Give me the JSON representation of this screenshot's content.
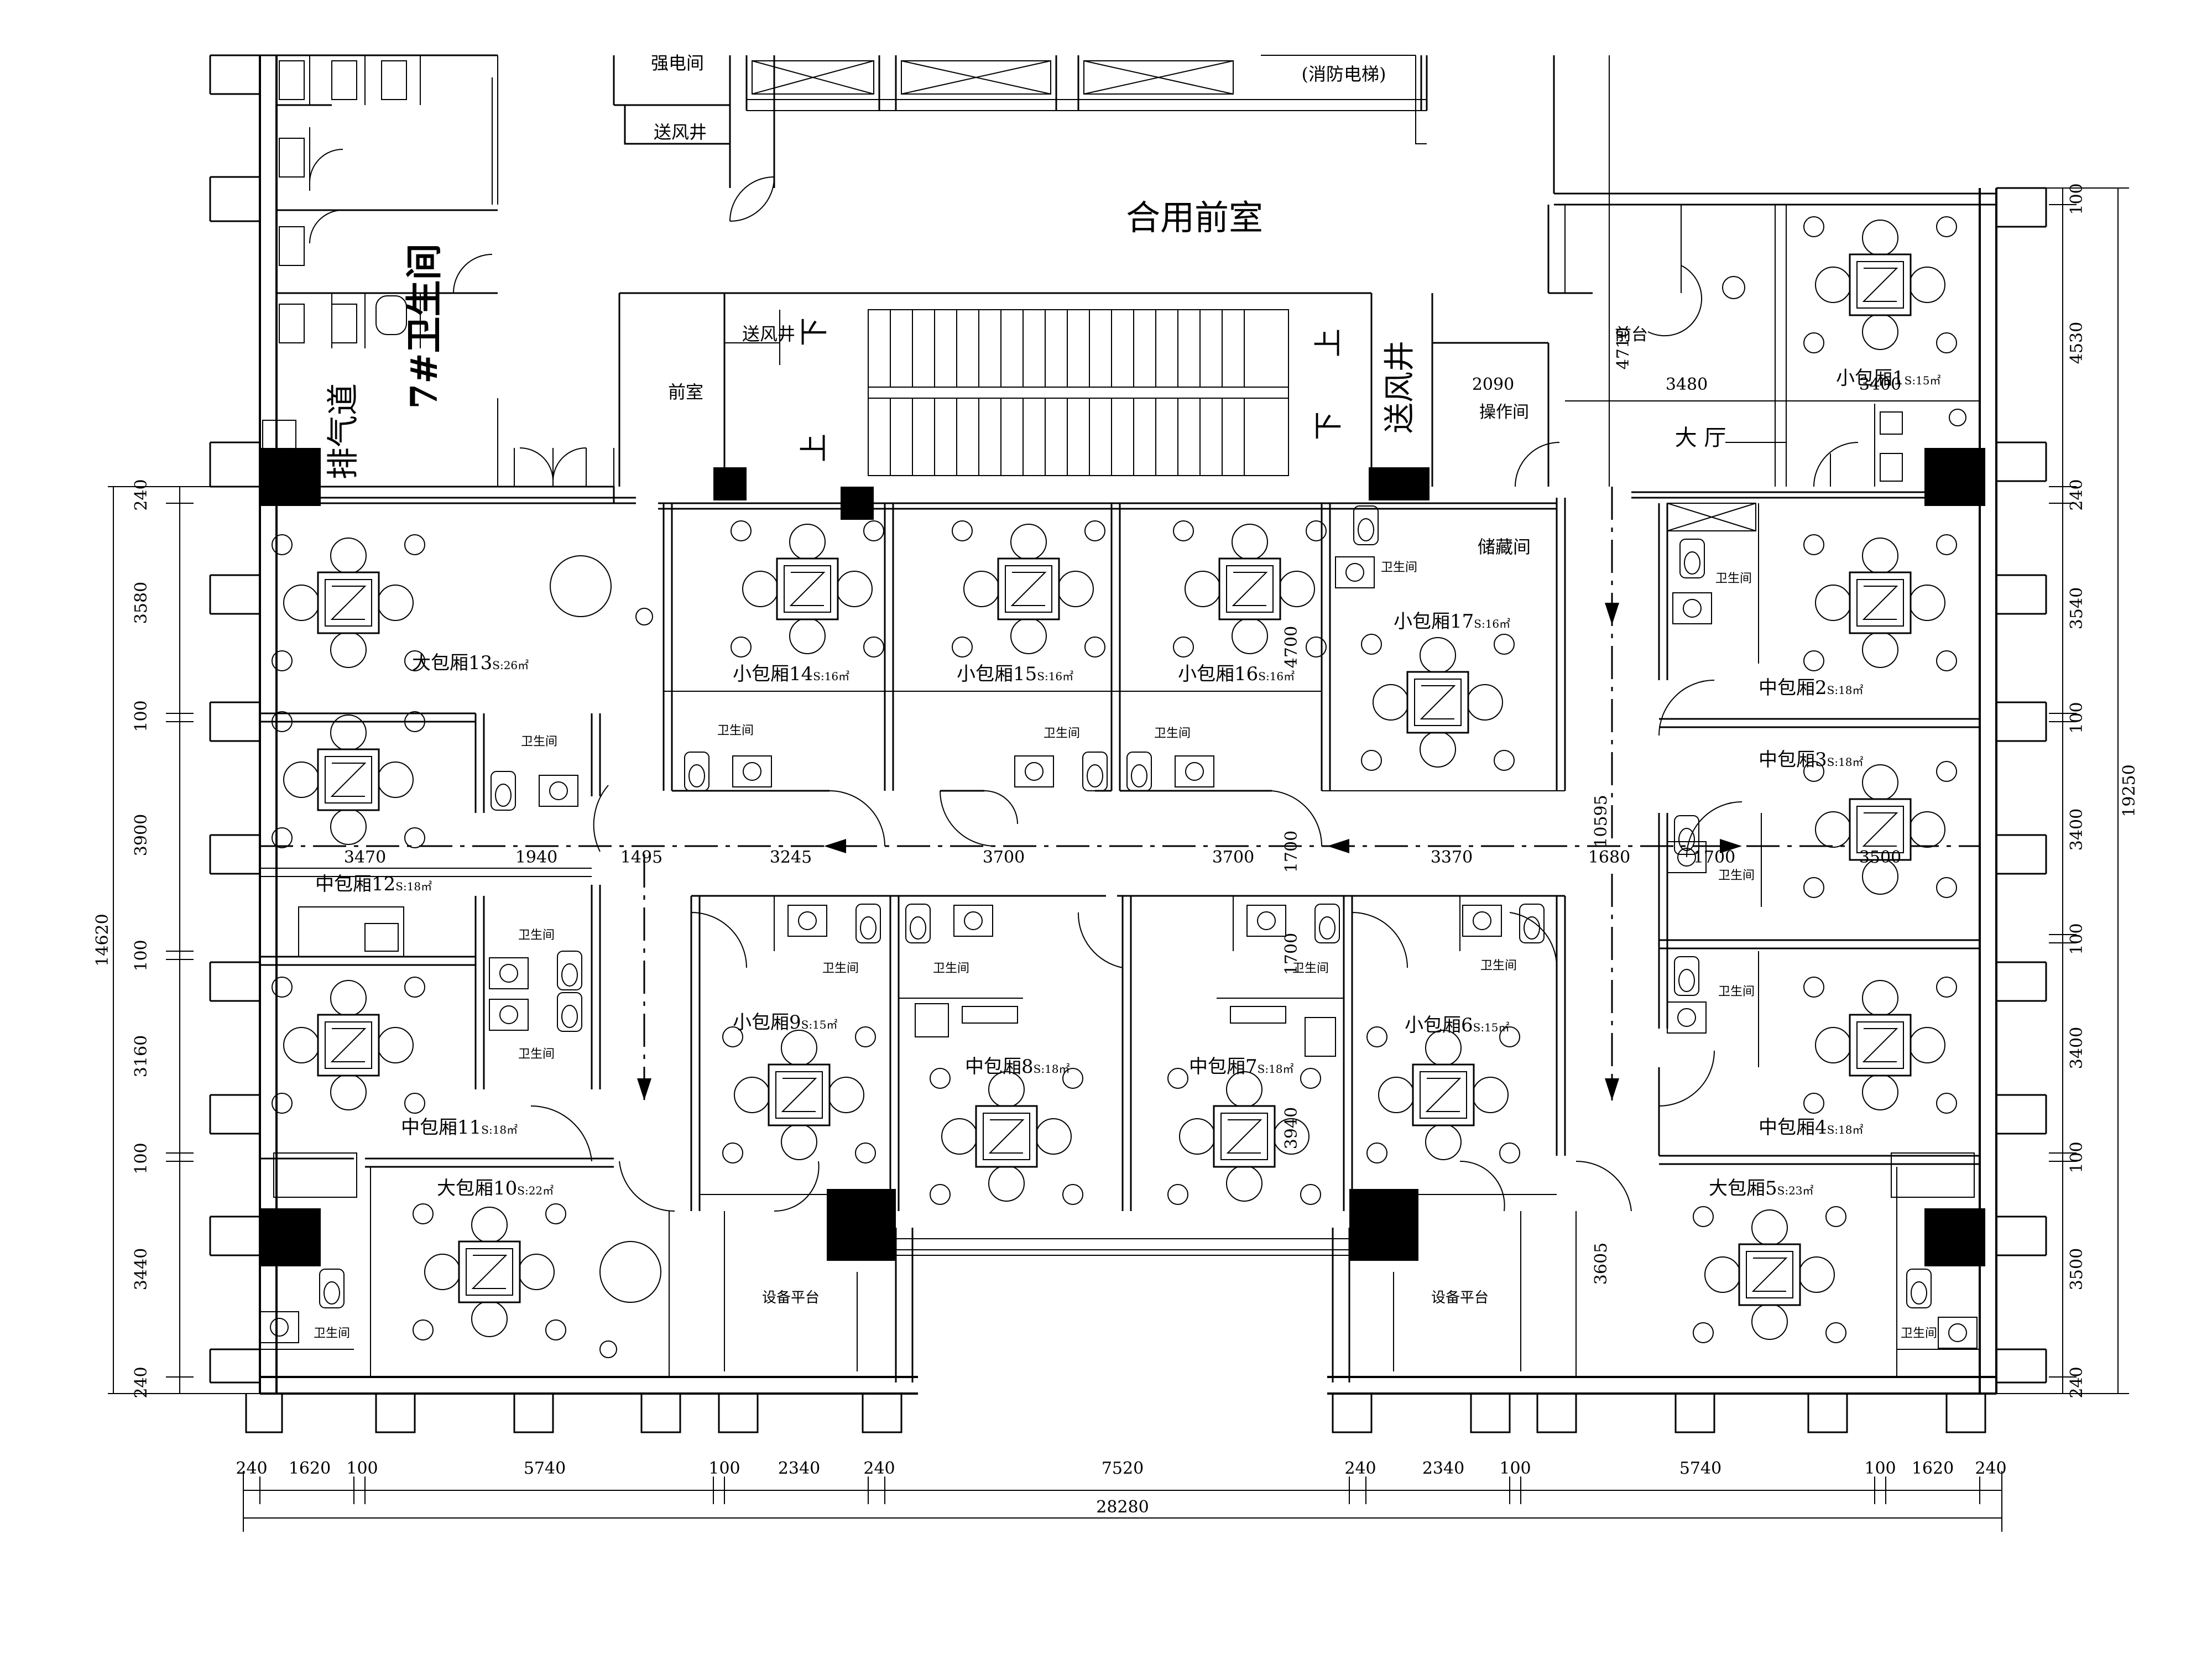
{
  "plan_title": "合用前室",
  "areas": {
    "electric_room": "强电间",
    "fire_elevator": "(消防电梯)",
    "air_supply_top": "送风井",
    "air_supply_mid": "送风井",
    "air_supply_right": "送风井",
    "front_room": "前室",
    "stair_down_left": "下",
    "stair_up_left": "上",
    "stair_up_right": "上",
    "stair_down_right": "下",
    "exhaust": "排气道",
    "toilet_7": "7#卫生间",
    "control_room": "操作间",
    "storage": "储藏间",
    "front_desk": "前台",
    "hall": "大 厅",
    "equip_left": "设备平台",
    "equip_right": "设备平台",
    "wc": "卫生间"
  },
  "rooms": [
    {
      "name": "小包厢1",
      "area": "S:15㎡"
    },
    {
      "name": "中包厢2",
      "area": "S:18㎡"
    },
    {
      "name": "中包厢3",
      "area": "S:18㎡"
    },
    {
      "name": "中包厢4",
      "area": "S:18㎡"
    },
    {
      "name": "大包厢5",
      "area": "S:23㎡"
    },
    {
      "name": "小包厢6",
      "area": "S:15㎡"
    },
    {
      "name": "中包厢7",
      "area": "S:18㎡"
    },
    {
      "name": "中包厢8",
      "area": "S:18㎡"
    },
    {
      "name": "小包厢9",
      "area": "S:15㎡"
    },
    {
      "name": "大包厢10",
      "area": "S:22㎡"
    },
    {
      "name": "中包厢11",
      "area": "S:18㎡"
    },
    {
      "name": "中包厢12",
      "area": "S:18㎡"
    },
    {
      "name": "大包厢13",
      "area": "S:26㎡"
    },
    {
      "name": "小包厢14",
      "area": "S:16㎡"
    },
    {
      "name": "小包厢15",
      "area": "S:16㎡"
    },
    {
      "name": "小包厢16",
      "area": "S:16㎡"
    },
    {
      "name": "小包厢17",
      "area": "S:16㎡"
    }
  ],
  "dims_bottom": [
    "240",
    "1620",
    "100",
    "5740",
    "100",
    "2340",
    "240",
    "7520",
    "240",
    "2340",
    "100",
    "5740",
    "100",
    "1620",
    "240"
  ],
  "dim_total_bottom": "28280",
  "dims_left": [
    "240",
    "3580",
    "100",
    "3900",
    "100",
    "3160",
    "100",
    "3440",
    "240"
  ],
  "dim_total_left": "14620",
  "dims_right": [
    "100",
    "4530",
    "240",
    "3540",
    "100",
    "3400",
    "100",
    "3400",
    "100",
    "3500",
    "240"
  ],
  "dim_total_right": "19250",
  "dims_corridor": [
    "3470",
    "1940",
    "1495",
    "3245",
    "3700",
    "3700",
    "3370",
    "1680",
    "1700"
  ],
  "dims_misc": {
    "d2090": "2090",
    "d3480": "3480",
    "d3400": "3400",
    "d4710": "4710",
    "d4700": "4700",
    "d1700a": "1700",
    "d1700b": "1700",
    "d10595": "10595",
    "d3500": "3500",
    "d3940": "3940",
    "d3605": "3605"
  }
}
